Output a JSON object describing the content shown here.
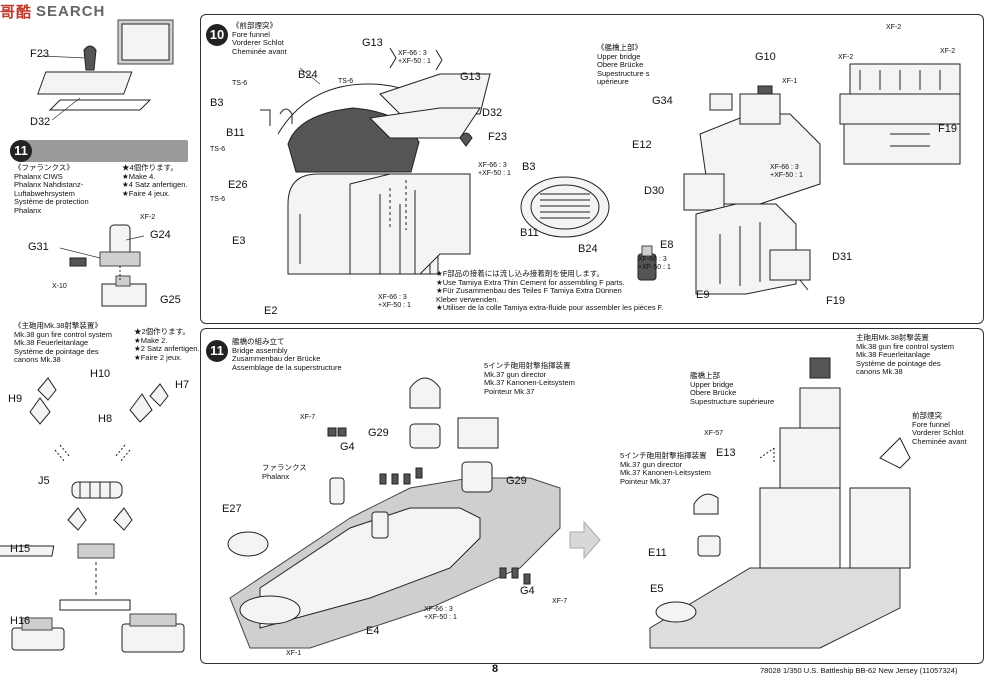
{
  "logo": {
    "cn": "哥酷",
    "en": "SEARCH"
  },
  "page_number": "8",
  "footer": "78028  1/350 U.S. Battleship BB-62 New Jersey (11057324)",
  "left_col": {
    "labels": {
      "F23": "F23",
      "D32": "D32",
      "G31": "G31",
      "G24": "G24",
      "G25": "G25",
      "XF2": "XF-2",
      "X10": "X-10",
      "H10": "H10",
      "H7": "H7",
      "H9": "H9",
      "H8": "H8",
      "J5": "J5",
      "H15": "H15",
      "H16": "H16"
    },
    "step11": {
      "num": "11",
      "title": "《ファランクス》\nPhalanx CIWS\nPhalanx Nahdistanz-\nLuftabwehrsystem\nSystème de protection\nPhalanx",
      "make": "★4個作ります。\n★Make 4.\n★4 Satz anfertigen.\n★Faire 4 jeux."
    },
    "mk38": {
      "title": "《主砲用Mk.38射撃装置》\nMk.38 gun fire control system\nMk.38 Feuerleitanlage\nSystème de pointage des\ncanons Mk.38",
      "make": "★2個作ります。\n★Make 2.\n★2 Satz anfertigen.\n★Faire 2 jeux."
    }
  },
  "step10": {
    "num": "10",
    "title": "《前部煙突》\nFore funnel\nVorderer Schlot\nCheminée avant",
    "labels": {
      "G13a": "G13",
      "G13b": "G13",
      "B24": "B24",
      "B24b": "B24",
      "TS6a": "TS-6",
      "TS6b": "TS-6",
      "TS6c": "TS-6",
      "TS6d": "TS-6",
      "B3": "B3",
      "B3b": "B3",
      "B11": "B11",
      "B11b": "B11",
      "D32": "D32",
      "F23": "F23",
      "E26": "E26",
      "E3": "E3",
      "E2": "E2"
    },
    "paint1": "XF-66 : 3\n+XF-50 : 1",
    "paint2": "XF-66 : 3\n+XF-50 : 1",
    "paint3": "XF-66 : 3\n+XF-50 : 1",
    "cement": "★F部品の接着には流し込み接着剤を使用します。\n★Use Tamiya Extra Thin Cement for assembling F parts.\n★Für Zusammenbau des Teiles F Tamiya Extra Dünnen\nKleber verwenden.\n★Utiliser de la colle Tamiya extra-fluide pour assembler les pièces F.",
    "upper_bridge": "《艦橋上部》\nUpper bridge\nObere Brücke\nSupestructure s\nupérieure",
    "labels2": {
      "G10": "G10",
      "XF1": "XF-1",
      "G34": "G34",
      "E12": "E12",
      "D30": "D30",
      "E8": "E8",
      "E9": "E9",
      "D31": "D31",
      "F19": "F19",
      "XF2a": "XF-2",
      "XF2b": "XF-2",
      "XF2c": "XF-2",
      "F19b": "F19"
    },
    "paint4": "XF-66 : 3\n+XF-50 : 1",
    "paint5": "XF-66 : 3\n+XF-50 : 1"
  },
  "step11b": {
    "num": "11",
    "title": "艦橋の組み立て\nBridge assembly\nZusammenbau der Brücke\nAssemblage de la superstructure",
    "mk37": "5インチ砲用射撃指揮装置\nMk.37 gun director\nMk.37 Kanonen-Leitsystem\nPointeur Mk.37",
    "phalanx": "ファランクス\nPhalanx",
    "labels": {
      "XF7a": "XF-7",
      "XF7b": "XF-7",
      "G29a": "G29",
      "G29b": "G29",
      "G4a": "G4",
      "G4b": "G4",
      "E27": "E27",
      "E4": "E4",
      "XF1": "XF-1",
      "XF57": "XF-57",
      "E13": "E13",
      "E11": "E11",
      "E5": "E5"
    },
    "paint": "XF-66 : 3\n+XF-50 : 1",
    "r_mk38": "主砲用Mk.38射撃装置\nMk.38 gun fire control system\nMk.38 Feuerleitanlage\nSystème de pointage des\ncanons Mk.38",
    "r_upper": "艦橋上部\nUpper bridge\nObere Brücke\nSupestructure supérieure",
    "r_funnel": "前部煙突\nFore funnel\nVorderer Schlot\nCheminée avant",
    "r_mk37": "5インチ砲用射撃指揮装置\nMk.37 gun director\nMk.37 Kanonen-Leitsystem\nPointeur Mk.37"
  }
}
